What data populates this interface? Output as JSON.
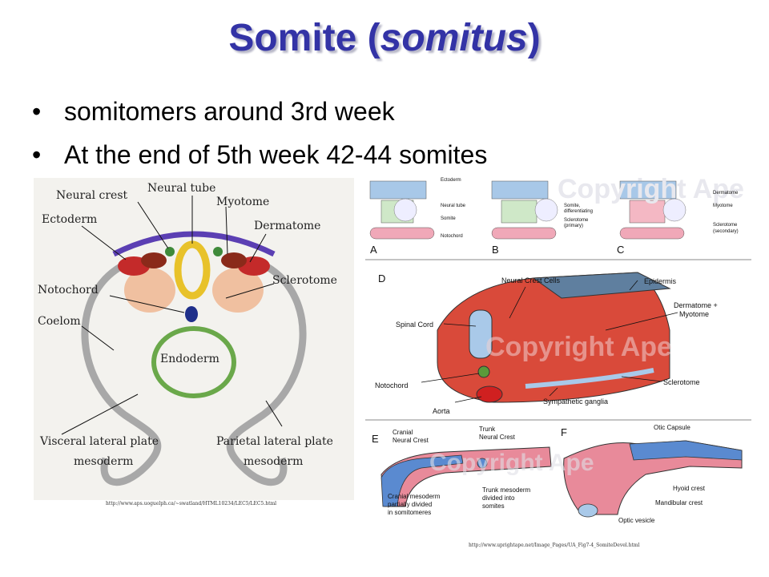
{
  "title": {
    "main": "Somite (",
    "italic": "somitus",
    "close": ")"
  },
  "bullets": [
    "somitomers around 3rd week",
    "At the end of 5th week 42-44 somites"
  ],
  "left_figure": {
    "labels": {
      "neural_tube": "Neural tube",
      "neural_crest": "Neural crest",
      "myotome": "Myotome",
      "ectoderm": "Ectoderm",
      "dermatome": "Dermatome",
      "notochord": "Notochord",
      "sclerotome": "Sclerotome",
      "coelom": "Coelom",
      "endoderm": "Endoderm",
      "visceral_1": "Visceral lateral plate",
      "visceral_2": "mesoderm",
      "parietal_1": "Parietal lateral plate",
      "parietal_2": "mesoderm"
    },
    "source_url": "http://www.aps.uoguelph.ca/~swatland/HTML10234/LEC5/LEC5.html"
  },
  "right_figure": {
    "panel_letters": [
      "A",
      "B",
      "C",
      "D",
      "E",
      "F"
    ],
    "panel_a": {
      "ectoderm": "Ectoderm",
      "neural_tube": "Neural tube",
      "somite": "Somite",
      "notochord": "Notochord"
    },
    "panel_b": {
      "somite_diff_1": "Somite,",
      "somite_diff_2": "differentiating",
      "sclerotome_1": "Sclerotome",
      "sclerotome_2": "(primary)"
    },
    "panel_c": {
      "dermatome": "Dermatome",
      "myotome": "Myotome",
      "sclerotome_1": "Sclerotome",
      "sclerotome_2": "(secondary)"
    },
    "panel_d": {
      "neural_crest_cells": "Neural Crest Cells",
      "epidermis": "Epidermis",
      "spinal_cord": "Spinal Cord",
      "dermatome_myotome_1": "Dermatome +",
      "dermatome_myotome_2": "Myotome",
      "notochord": "Notochord",
      "sclerotome": "Sclerotome",
      "aorta": "Aorta",
      "sympathetic_ganglia": "Sympathetic ganglia"
    },
    "panel_e": {
      "cranial_nc_1": "Cranial",
      "cranial_nc_2": "Neural Crest",
      "trunk_nc_1": "Trunk",
      "trunk_nc_2": "Neural Crest",
      "cranial_meso_1": "Cranial mesoderm",
      "cranial_meso_2": "partially divided",
      "cranial_meso_3": "in somitomeres",
      "trunk_meso_1": "Trunk mesoderm",
      "trunk_meso_2": "divided into",
      "trunk_meso_3": "somites"
    },
    "panel_f": {
      "otic_capsule": "Otic Capsule",
      "hyoid_crest": "Hyoid crest",
      "mandibular_crest": "Mandibular crest",
      "optic_vesicle": "Optic vesicle"
    },
    "watermark": "Copyright Ape",
    "source_url": "http://www.uprightape.net/Image_Pages/UA_Fig7-4_SomiteDevel.html"
  }
}
